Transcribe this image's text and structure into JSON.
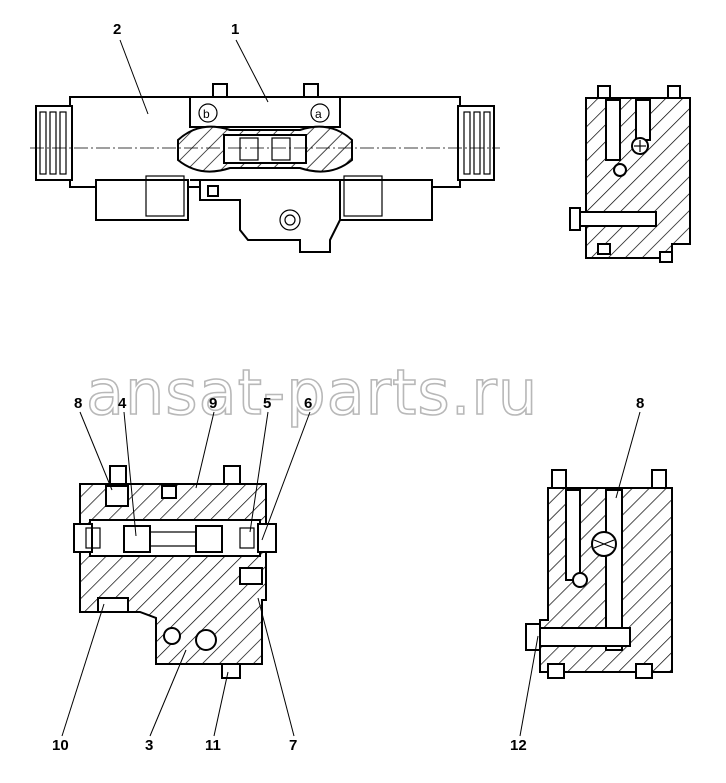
{
  "watermark": "ansat-parts.ru",
  "callouts": {
    "c1": "1",
    "c2": "2",
    "c3": "3",
    "c4": "4",
    "c5": "5",
    "c6": "6",
    "c7": "7",
    "c8a": "8",
    "c8b": "8",
    "c9": "9",
    "c10": "10",
    "c11": "11",
    "c12": "12"
  },
  "valve_marks": {
    "solenoid_b": "b",
    "solenoid_a": "a"
  }
}
